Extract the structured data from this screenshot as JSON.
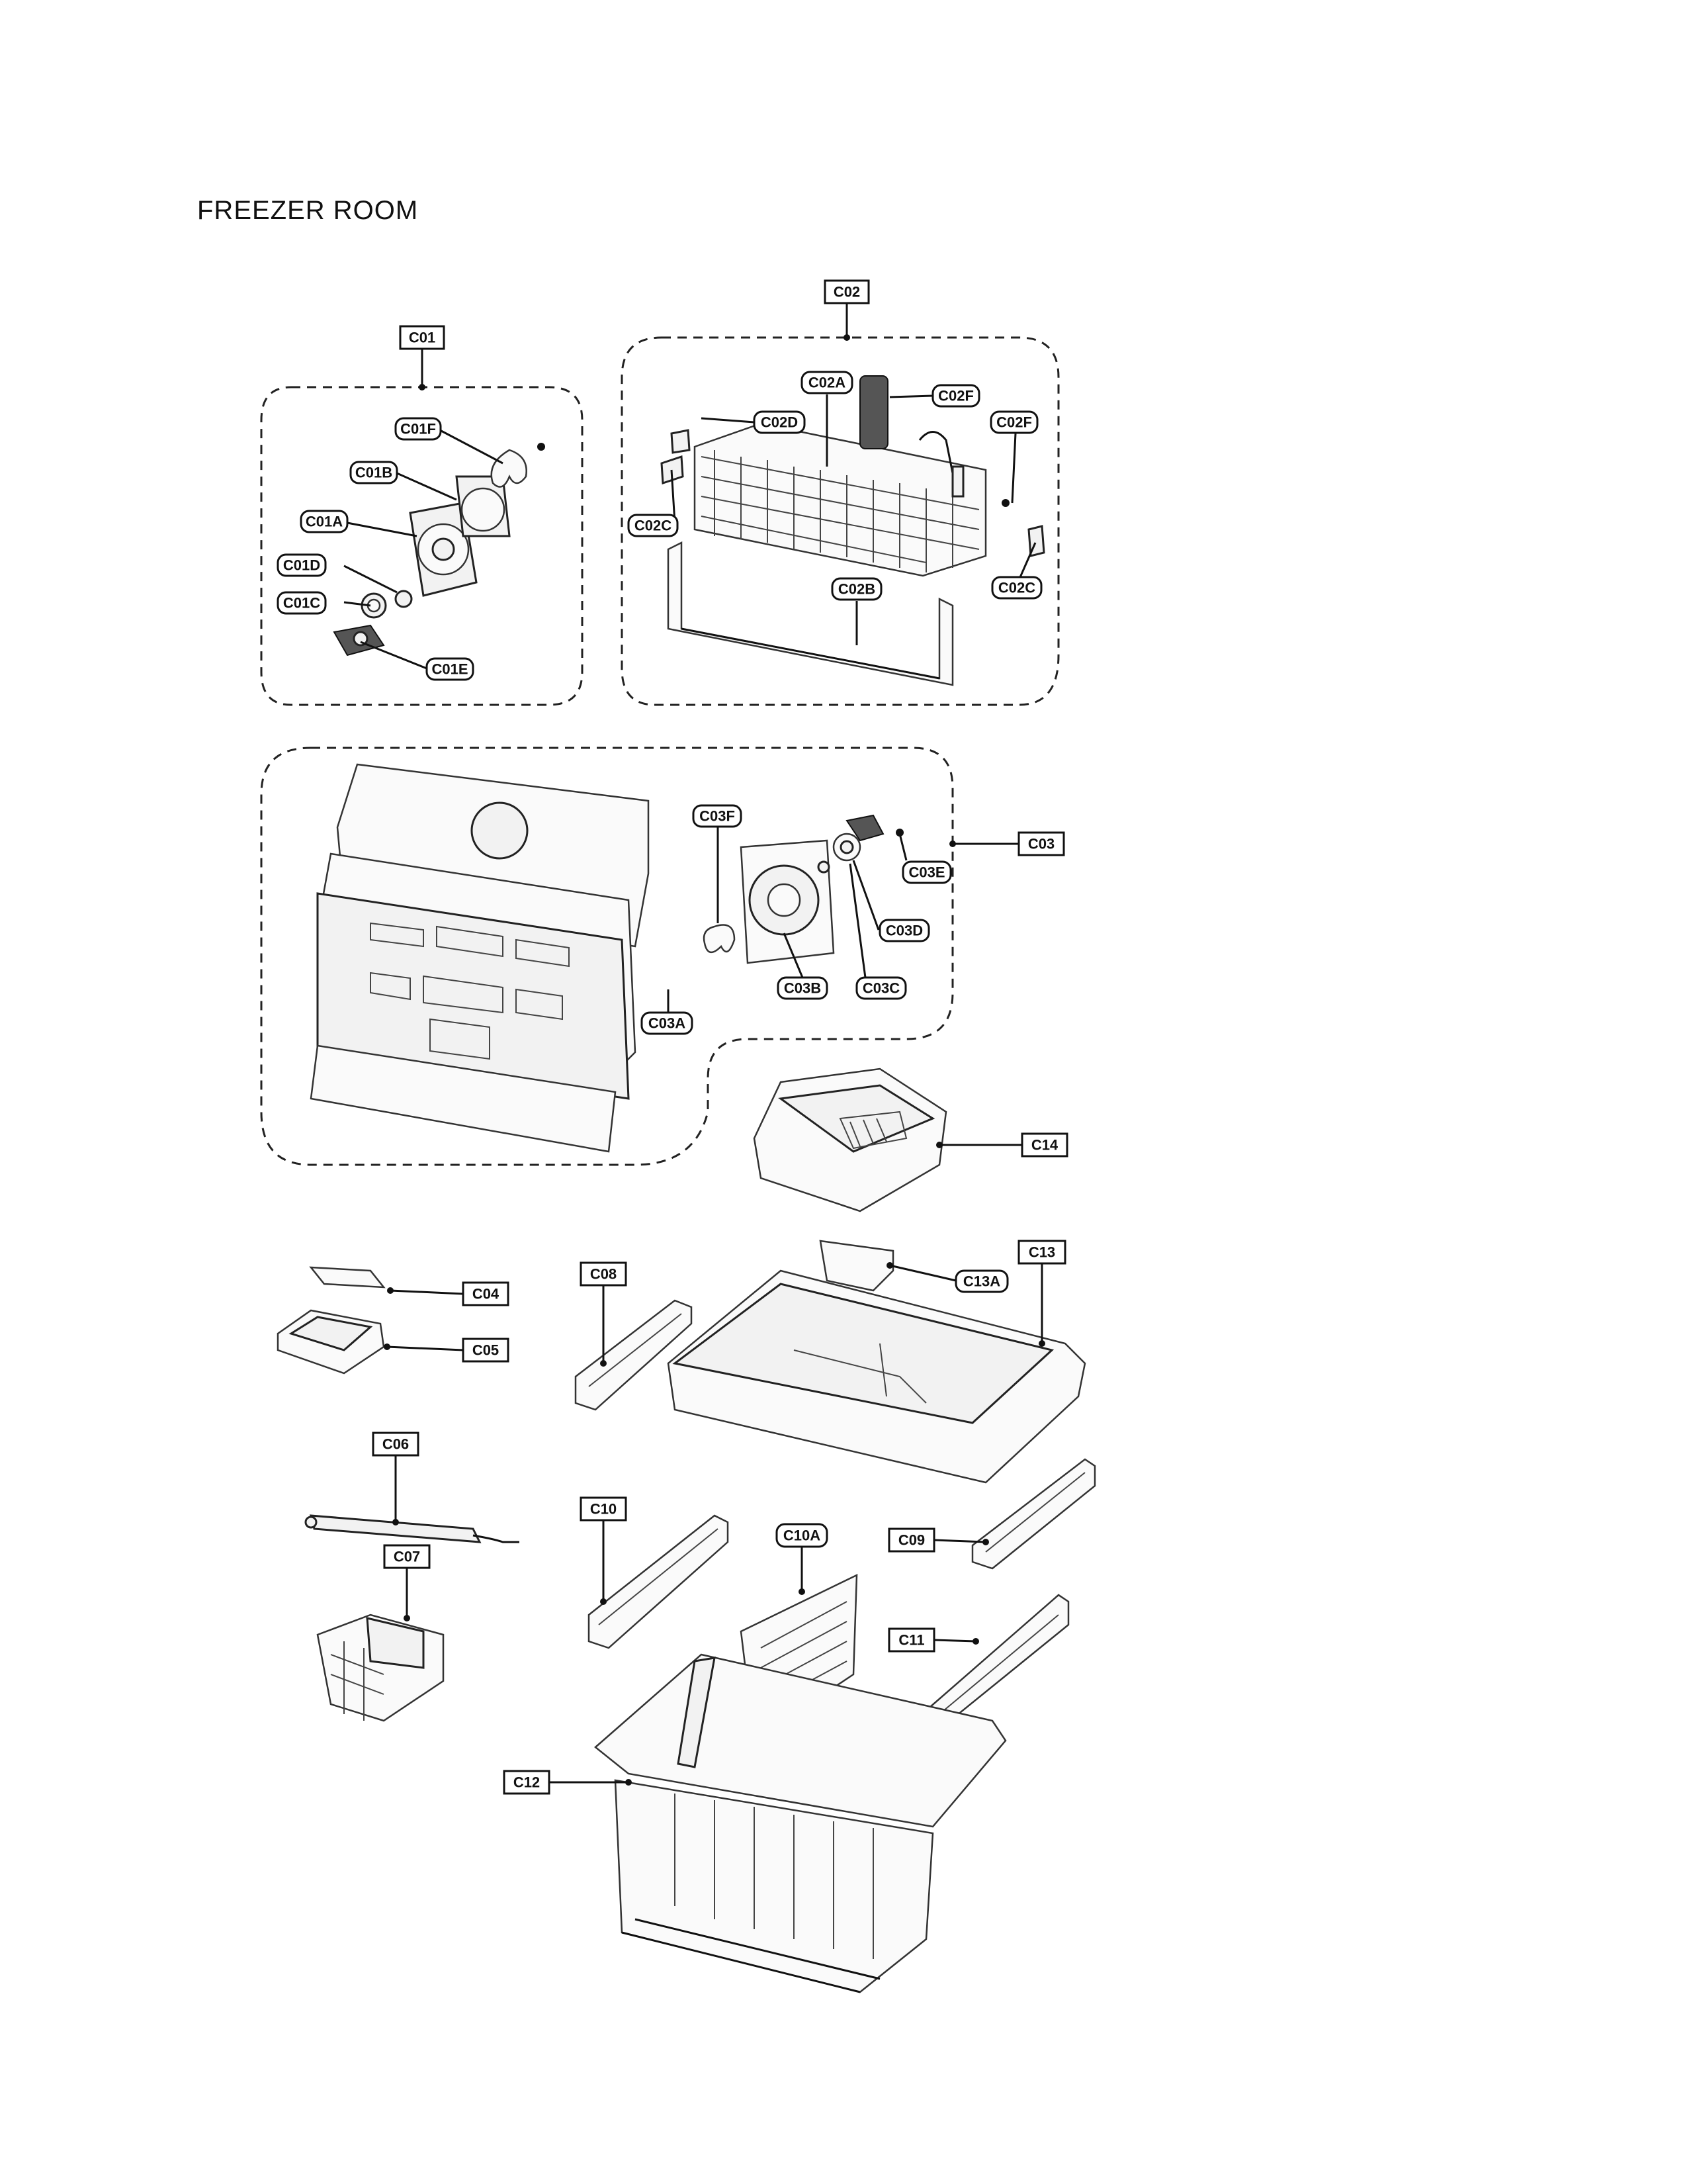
{
  "page_title": "FREEZER ROOM",
  "callouts": {
    "c01": "C01",
    "c01f": "C01F",
    "c01b": "C01B",
    "c01a": "C01A",
    "c01d": "C01D",
    "c01c": "C01C",
    "c01e": "C01E",
    "c02": "C02",
    "c02a": "C02A",
    "c02f_1": "C02F",
    "c02f_2": "C02F",
    "c02d": "C02D",
    "c02c_1": "C02C",
    "c02c_2": "C02C",
    "c02b": "C02B",
    "c03": "C03",
    "c03f": "C03F",
    "c03e": "C03E",
    "c03d": "C03D",
    "c03c": "C03C",
    "c03b": "C03B",
    "c03a": "C03A",
    "c14": "C14",
    "c13": "C13",
    "c13a": "C13A",
    "c04": "C04",
    "c05": "C05",
    "c08": "C08",
    "c06": "C06",
    "c07": "C07",
    "c10": "C10",
    "c10a": "C10A",
    "c09": "C09",
    "c11": "C11",
    "c12": "C12"
  }
}
